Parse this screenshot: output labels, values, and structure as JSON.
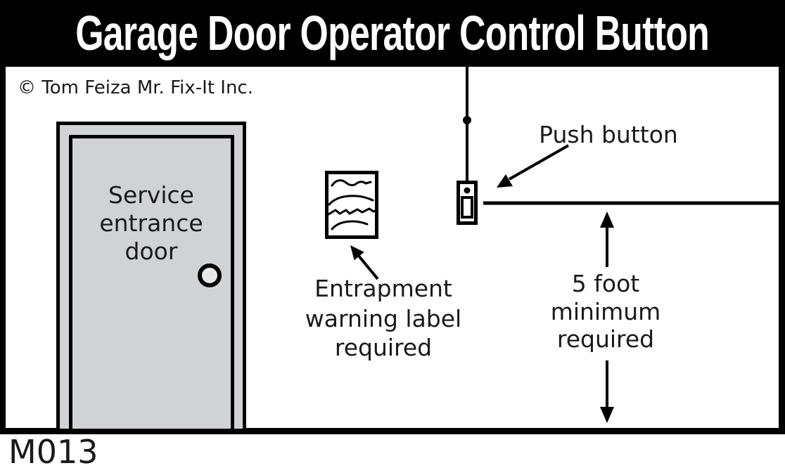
{
  "header": {
    "title": "Garage Door Operator Control Button",
    "bg_color": "#000000",
    "text_color": "#ffffff"
  },
  "copyright": "© Tom Feiza Mr. Fix-It Inc.",
  "door": {
    "label_lines": [
      "Service",
      "entrance",
      "door"
    ]
  },
  "entrapment": {
    "label_lines": [
      "Entrapment",
      "warning label",
      "required"
    ]
  },
  "push_button": {
    "label": "Push button"
  },
  "clearance": {
    "label_lines": [
      "5 foot",
      "minimum",
      "required"
    ]
  },
  "footer": {
    "code": "M013"
  },
  "colors": {
    "line": "#000000",
    "background": "#ffffff",
    "door_fill": "#d1d2d4",
    "knob_fill": "#e8e8e8",
    "label_paper": "#ffffff"
  }
}
